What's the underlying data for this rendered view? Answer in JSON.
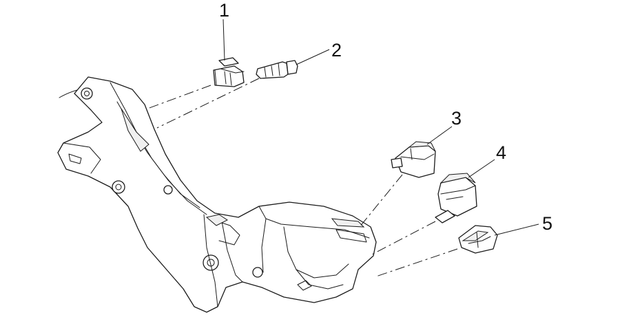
{
  "callouts": [
    {
      "label": "1",
      "part": "switch"
    },
    {
      "label": "2",
      "part": "connector"
    },
    {
      "label": "3",
      "part": "switch"
    },
    {
      "label": "4",
      "part": "switch"
    },
    {
      "label": "5",
      "part": "switch"
    }
  ],
  "colors": {
    "line": "#1a1a1a",
    "background": "#ffffff"
  }
}
